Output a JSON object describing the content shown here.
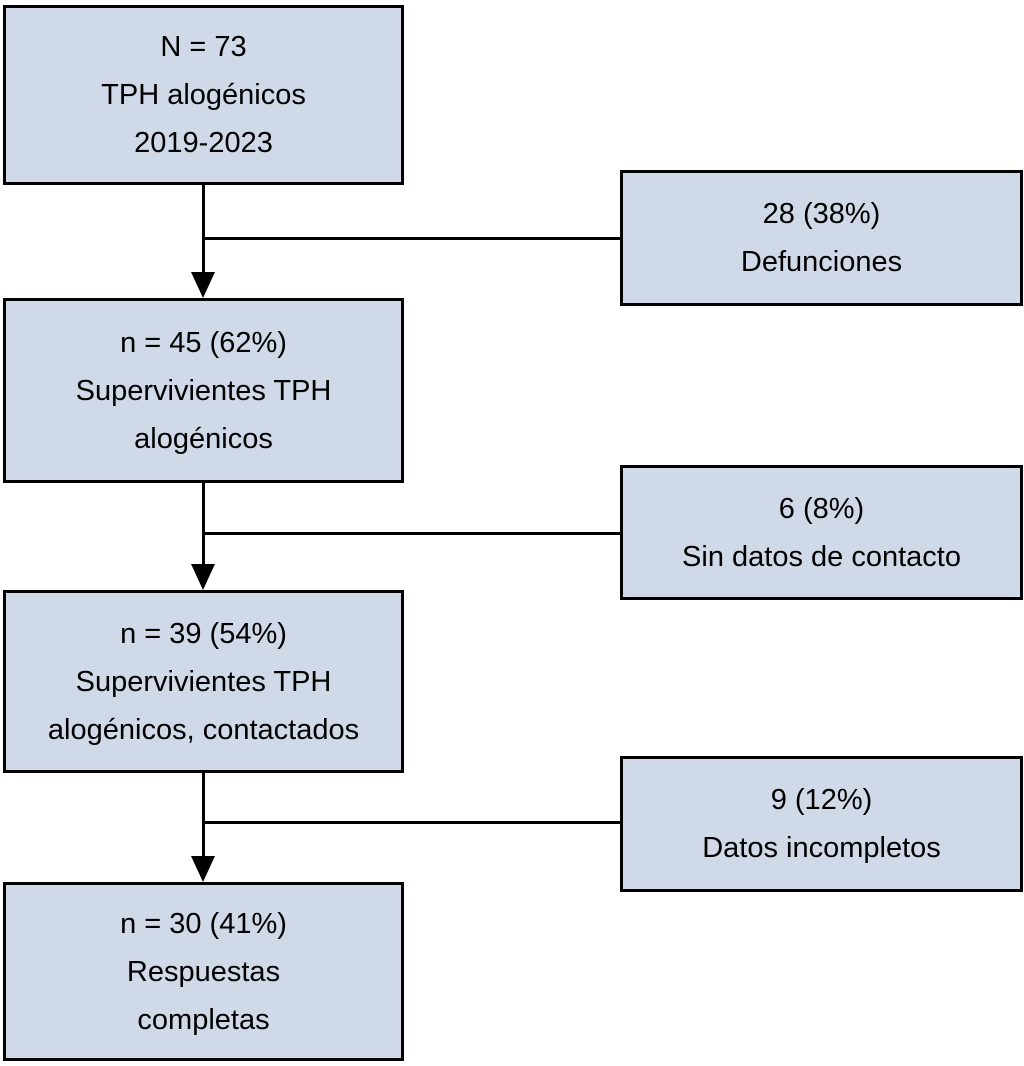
{
  "diagram": {
    "type": "flowchart",
    "language": "es",
    "colors": {
      "box_fill": "#cfd9e8",
      "box_border": "#000000",
      "connector": "#000000",
      "text": "#000000",
      "background": "#ffffff"
    },
    "main_boxes": [
      {
        "id": "total",
        "lines": [
          "N = 73",
          "TPH alogénicos",
          "2019-2023"
        ]
      },
      {
        "id": "survivors",
        "lines": [
          "n = 45 (62%)",
          "Supervivientes TPH",
          "alogénicos"
        ]
      },
      {
        "id": "contacted",
        "lines": [
          "n = 39 (54%)",
          "Supervivientes TPH",
          "alogénicos, contactados"
        ]
      },
      {
        "id": "complete",
        "lines": [
          "n = 30 (41%)",
          "Respuestas",
          "completas"
        ]
      }
    ],
    "exclusion_boxes": [
      {
        "id": "deaths",
        "lines": [
          "28 (38%)",
          "Defunciones"
        ]
      },
      {
        "id": "no-contact",
        "lines": [
          "6 (8%)",
          "Sin datos de contacto"
        ]
      },
      {
        "id": "incomplete",
        "lines": [
          "9 (12%)",
          "Datos incompletos"
        ]
      }
    ]
  }
}
